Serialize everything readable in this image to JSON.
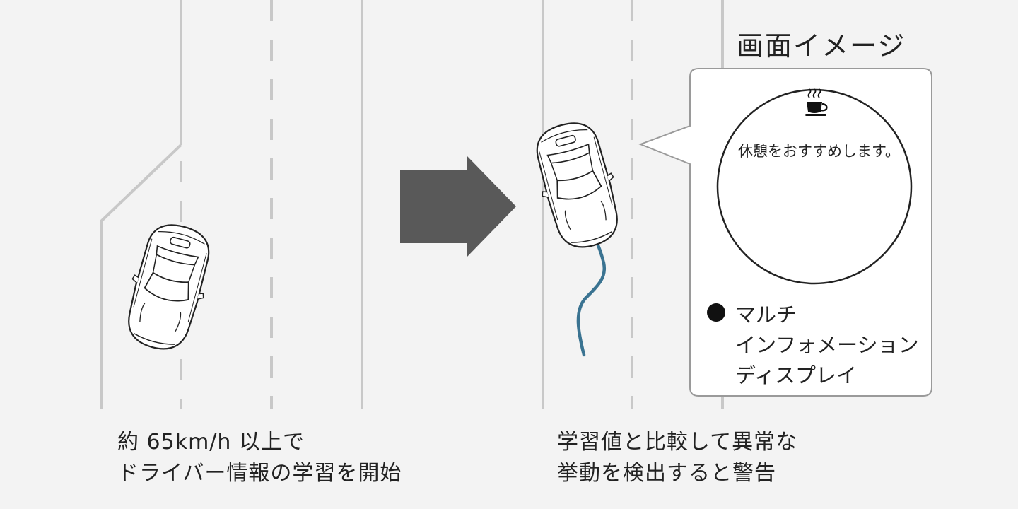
{
  "screen": {
    "title": "画面イメージ",
    "message": "休憩をおすすめします。",
    "icon": "coffee-cup-icon"
  },
  "display_label": {
    "lines": [
      "マルチ",
      "インフォメーション",
      "ディスプレイ"
    ]
  },
  "captions": {
    "left": [
      "約 65km/h 以上で",
      "ドライバー情報の学習を開始"
    ],
    "right": [
      "学習値と比較して異常な",
      "挙動を検出すると警告"
    ]
  },
  "colors": {
    "background": "#f3f3f3",
    "road_line": "#c8c8c8",
    "arrow": "#595959",
    "trajectory": "#3a7391",
    "car_outline": "#222222"
  }
}
